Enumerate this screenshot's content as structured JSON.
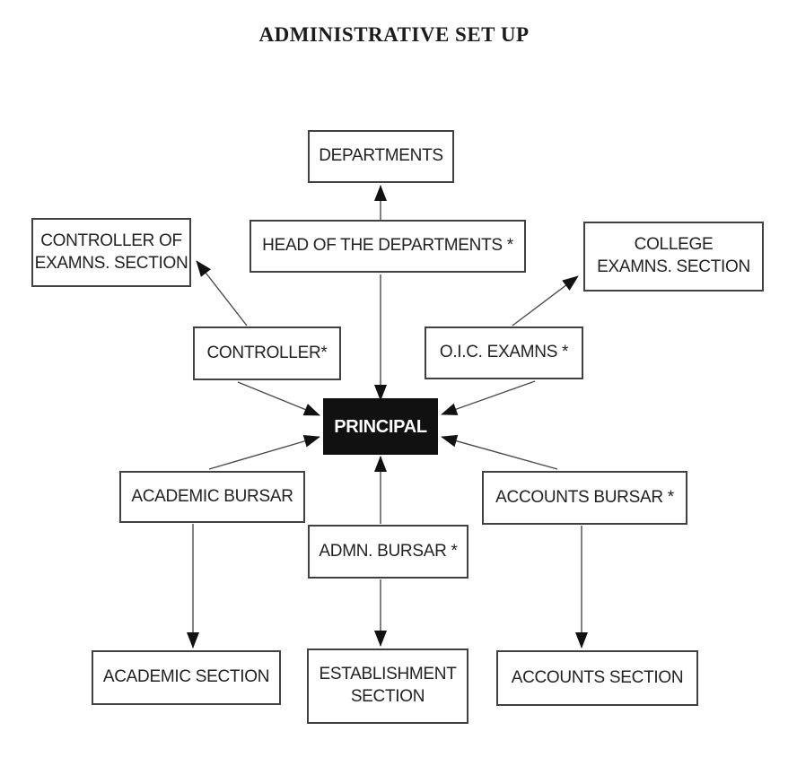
{
  "title": "ADMINISTRATIVE SET UP",
  "nodes": {
    "departments": "DEPARTMENTS",
    "head_of_the_departments": "HEAD OF THE DEPARTMENTS *",
    "controller_of_examns_section": "CONTROLLER OF\nEXAMNS. SECTION",
    "college_examns_section": "COLLEGE\nEXAMNS. SECTION",
    "controller": "CONTROLLER*",
    "oic_examns": "O.I.C. EXAMNS *",
    "principal": "PRINCIPAL",
    "academic_bursar": "ACADEMIC BURSAR",
    "accounts_bursar": "ACCOUNTS BURSAR *",
    "admn_bursar": "ADMN. BURSAR *",
    "academic_section": "ACADEMIC SECTION",
    "establishment_section": "ESTABLISHMENT\nSECTION",
    "accounts_section": "ACCOUNTS SECTION"
  },
  "edges": [
    {
      "from": "head_of_the_departments",
      "to": "departments"
    },
    {
      "from": "head_of_the_departments",
      "to": "principal"
    },
    {
      "from": "controller",
      "to": "controller_of_examns_section"
    },
    {
      "from": "controller",
      "to": "principal"
    },
    {
      "from": "oic_examns",
      "to": "college_examns_section"
    },
    {
      "from": "oic_examns",
      "to": "principal"
    },
    {
      "from": "academic_bursar",
      "to": "principal"
    },
    {
      "from": "accounts_bursar",
      "to": "principal"
    },
    {
      "from": "admn_bursar",
      "to": "principal"
    },
    {
      "from": "academic_bursar",
      "to": "academic_section"
    },
    {
      "from": "admn_bursar",
      "to": "establishment_section"
    },
    {
      "from": "accounts_bursar",
      "to": "accounts_section"
    }
  ],
  "colors": {
    "background": "#ffffff",
    "box_border": "#414141",
    "text": "#222222",
    "principal_fill": "#111111",
    "principal_text": "#ffffff",
    "line": "#4a4a4a",
    "arrowhead": "#111111"
  }
}
